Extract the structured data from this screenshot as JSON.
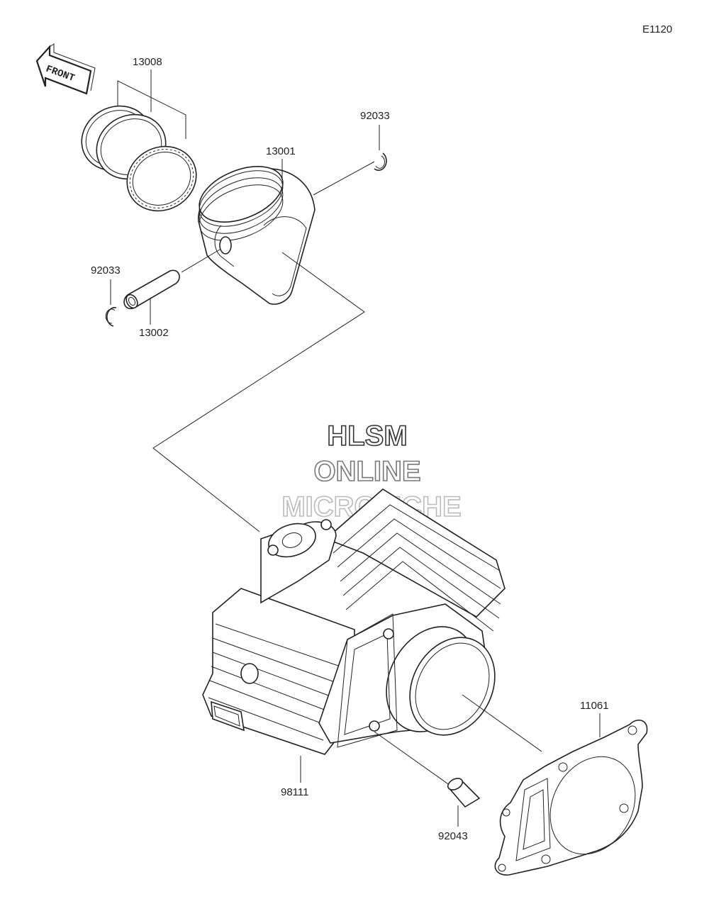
{
  "diagram_code": "E1120",
  "front_arrow_label": "FRONT",
  "watermark": {
    "line1": "HLSM",
    "line2": "ONLINE",
    "line3": "MICROFICHE",
    "colors": [
      "#333333",
      "#777777",
      "#bbbbbb"
    ]
  },
  "callouts": {
    "piston_ring_set": "13008",
    "circlip_upper": "92033",
    "piston": "13001",
    "circlip_lower": "92033",
    "piston_pin": "13002",
    "cylinder": "98111",
    "dowel_pin": "92043",
    "base_gasket": "11061"
  },
  "colors": {
    "ink": "#222222",
    "background": "#ffffff"
  }
}
